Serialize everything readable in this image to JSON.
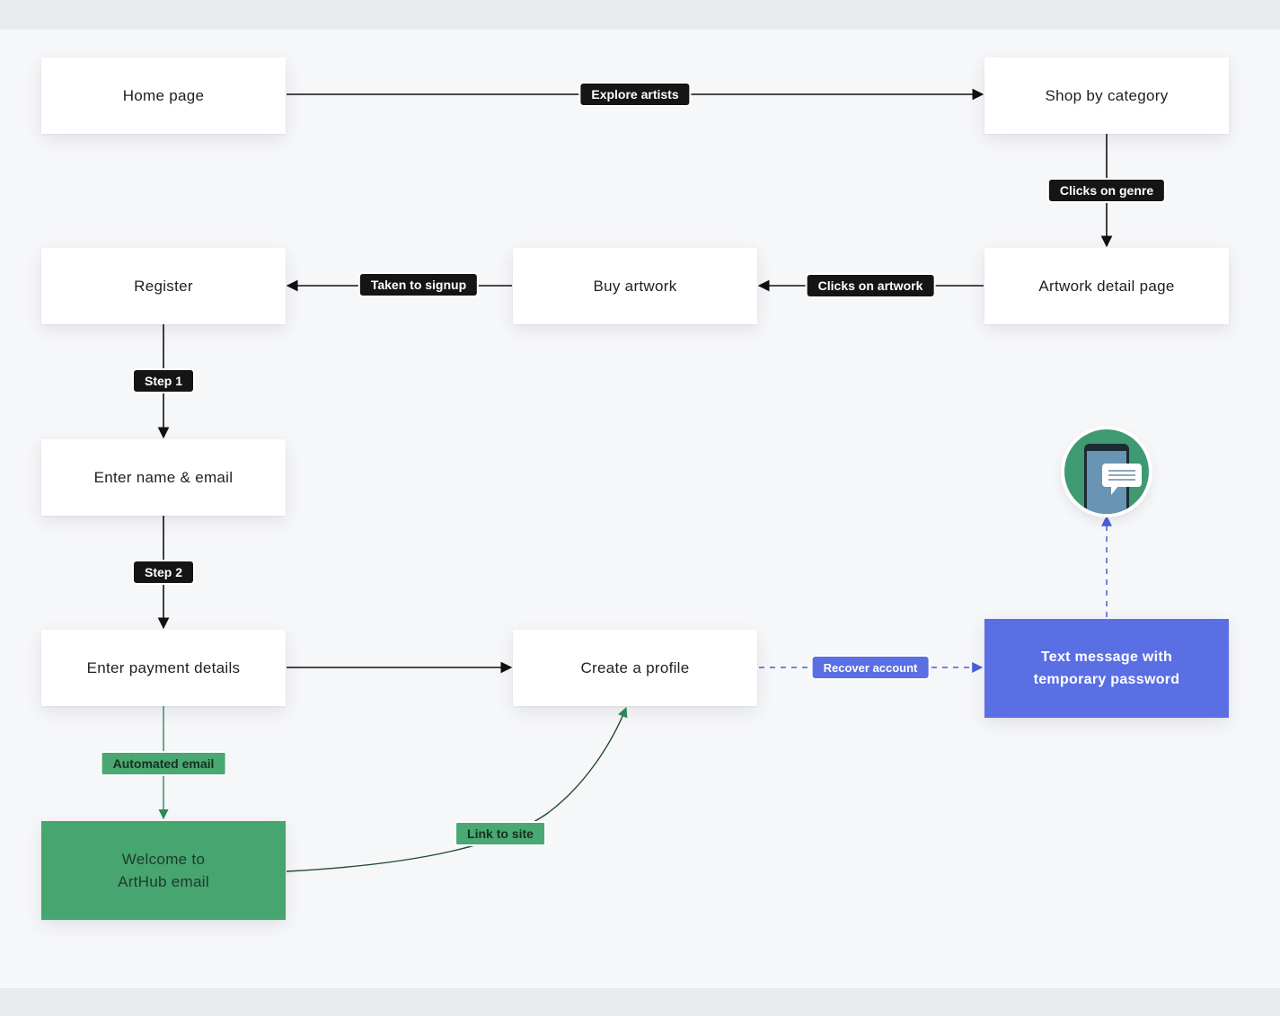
{
  "nodes": {
    "home_page": "Home page",
    "shop_by_category": "Shop by category",
    "artwork_detail_page": "Artwork detail page",
    "buy_artwork": "Buy artwork",
    "register": "Register",
    "enter_name_email": "Enter name & email",
    "enter_payment_details": "Enter payment details",
    "create_profile": "Create a profile",
    "welcome_email": "Welcome to\nArtHub email",
    "text_message": "Text message with\ntemporary password"
  },
  "edge_labels": {
    "explore_artists": "Explore artists",
    "clicks_on_genre": "Clicks on genre",
    "clicks_on_artwork": "Clicks on artwork",
    "taken_to_signup": "Taken to signup",
    "step_1": "Step 1",
    "step_2": "Step 2",
    "automated_email": "Automated email",
    "link_to_site": "Link to site",
    "recover_account": "Recover account"
  },
  "icons": {
    "phone": "phone-message-icon"
  },
  "colors": {
    "label_dark": "#151515",
    "green": "#47a56f",
    "blue": "#5a6fe3",
    "phone_circle": "#3f9a72"
  }
}
